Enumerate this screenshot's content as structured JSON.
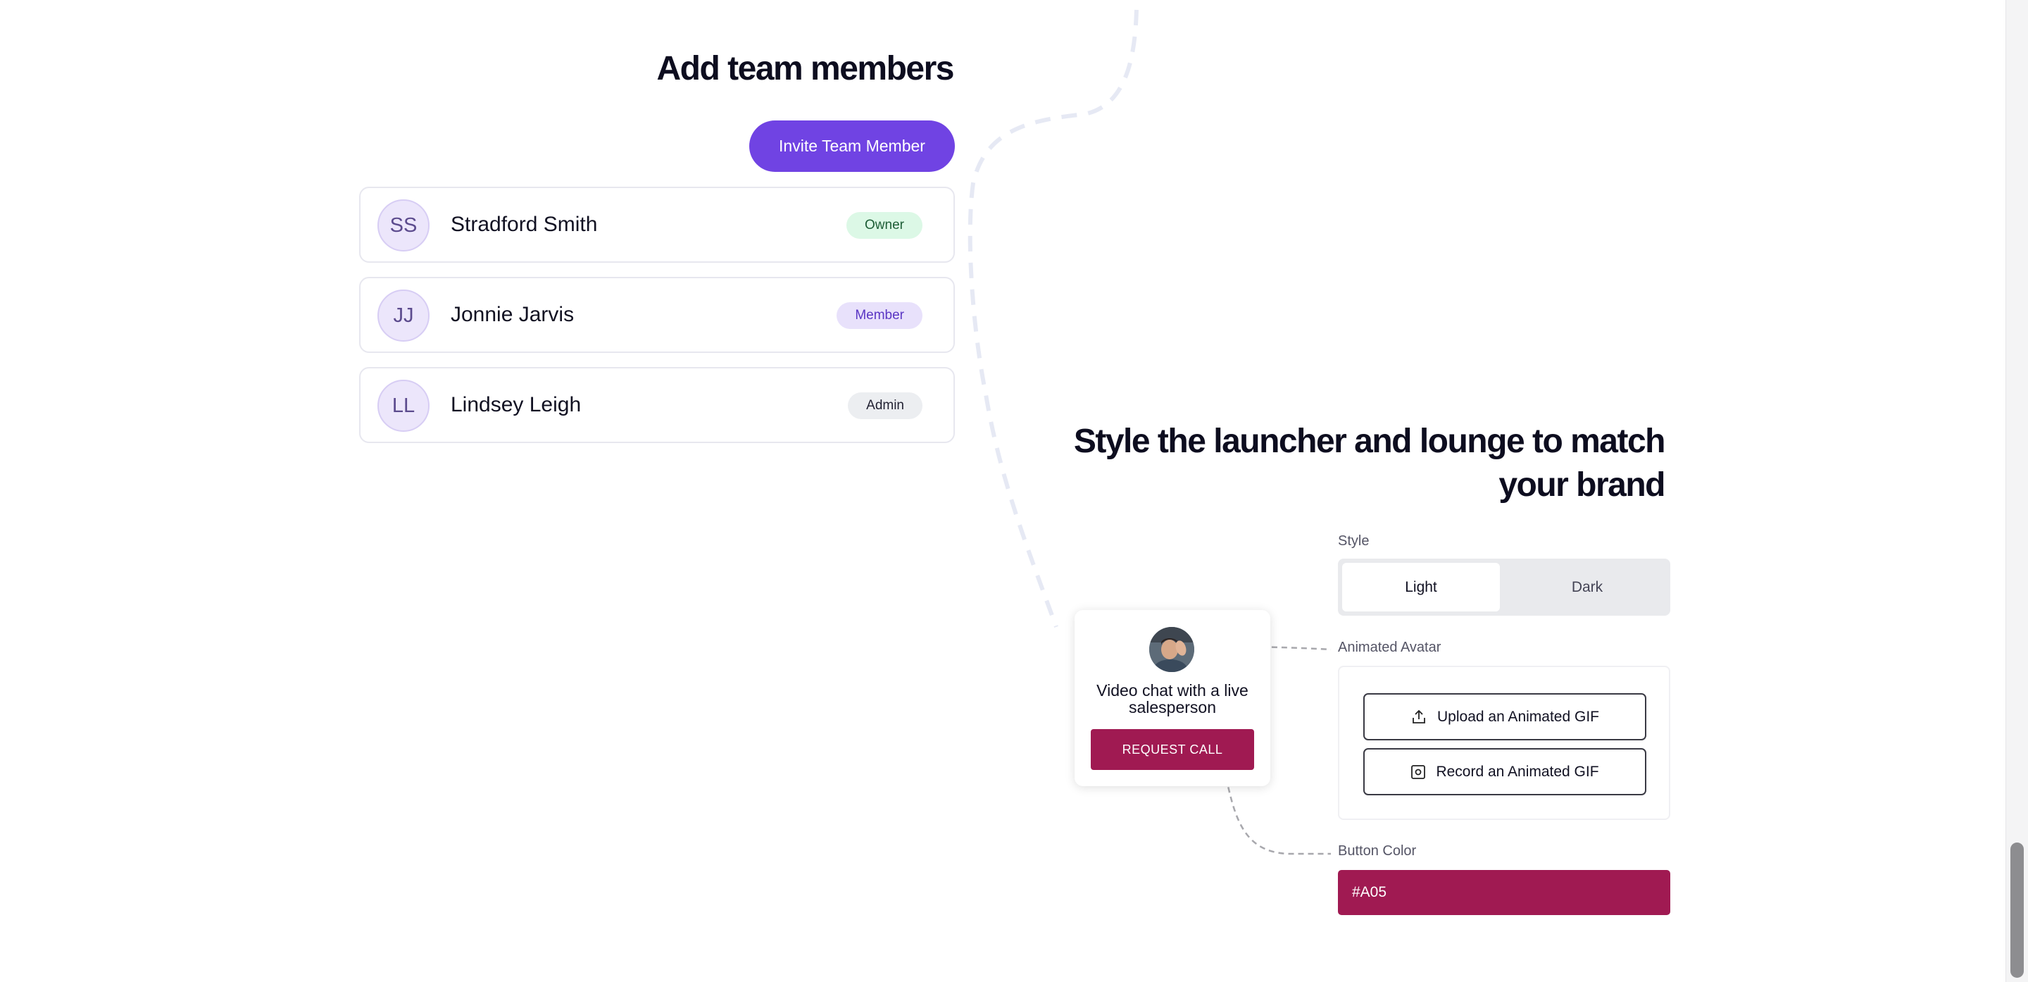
{
  "team": {
    "title": "Add team members",
    "invite_label": "Invite Team Member",
    "members": [
      {
        "initials": "SS",
        "name": "Stradford Smith",
        "role": "Owner"
      },
      {
        "initials": "JJ",
        "name": "Jonnie Jarvis",
        "role": "Member"
      },
      {
        "initials": "LL",
        "name": "Lindsey Leigh",
        "role": "Admin"
      }
    ]
  },
  "style_section": {
    "title_line1": "Style the launcher and lounge to match",
    "title_line2": "your brand",
    "style_label": "Style",
    "style_options": [
      "Light",
      "Dark"
    ],
    "style_selected": "Light",
    "avatar_label": "Animated Avatar",
    "upload_gif_label": "Upload an Animated GIF",
    "record_gif_label": "Record an Animated GIF",
    "button_color_label": "Button Color",
    "button_color_value": "#A05"
  },
  "launcher": {
    "text": "Video chat with a live salesperson",
    "button_label": "REQUEST CALL"
  },
  "colors": {
    "accent_purple": "#7043e3",
    "brand_button": "#a01a52"
  }
}
